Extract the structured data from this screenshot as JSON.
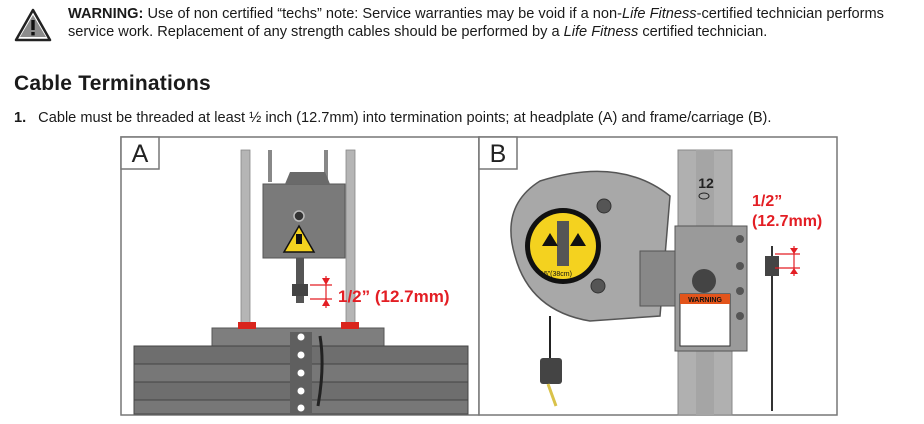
{
  "warning": {
    "icon": "warning-triangle-icon",
    "label": "WARNING:",
    "text_part1": " Use of non certified “techs” note: Service warranties may be void if a non-",
    "brand1": "Life Fitness",
    "text_part2": "-certified technician performs service work. Replacement of any strength cables should be performed by a ",
    "brand2": "Life Fitness",
    "text_part3": " certified technician."
  },
  "section_title": "Cable Terminations",
  "steps": [
    {
      "number": "1.",
      "text": "Cable must be threaded at least ½ inch (12.7mm) into termination points; at headplate (A) and frame/carriage (B)."
    }
  ],
  "figure_a": {
    "label": "A",
    "measurement": "1/2” (12.7mm)"
  },
  "figure_b": {
    "label": "B",
    "measurement_line1": "1/2”",
    "measurement_line2": "(12.7mm)",
    "frame_number": "12",
    "decal_text": "15”(38cm)",
    "warning_decal": "WARNING"
  },
  "colors": {
    "accent_red": "#e31e24",
    "steel_gray": "#8c8c8c",
    "dark_gray": "#5a5a5a",
    "decal_yellow": "#f4d21f",
    "warning_orange": "#e2541b"
  }
}
